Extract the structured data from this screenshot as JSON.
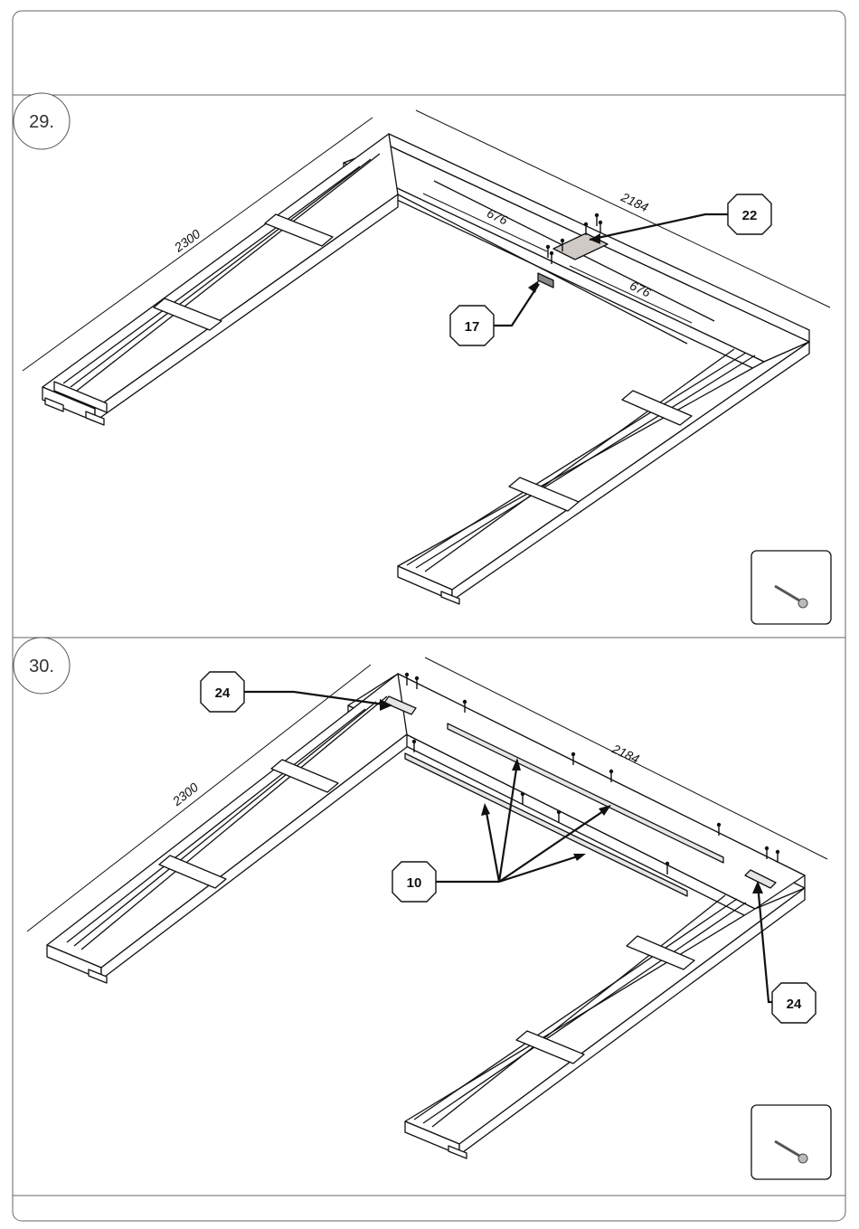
{
  "steps": [
    {
      "number": "29.",
      "dimensions": {
        "side_length": "2300",
        "back_length": "2184",
        "span_left": "676",
        "span_right": "676"
      },
      "callouts": [
        {
          "part": "22"
        },
        {
          "part": "17"
        }
      ],
      "tool_icon": "screw-icon"
    },
    {
      "number": "30.",
      "dimensions": {
        "side_length": "2300",
        "back_length": "2184"
      },
      "callouts": [
        {
          "part": "24"
        },
        {
          "part": "10"
        },
        {
          "part": "24"
        }
      ],
      "tool_icon": "screw-icon"
    }
  ],
  "colors": {
    "line": "#111111",
    "frame": "#555555",
    "plate": "#cfcac5"
  }
}
